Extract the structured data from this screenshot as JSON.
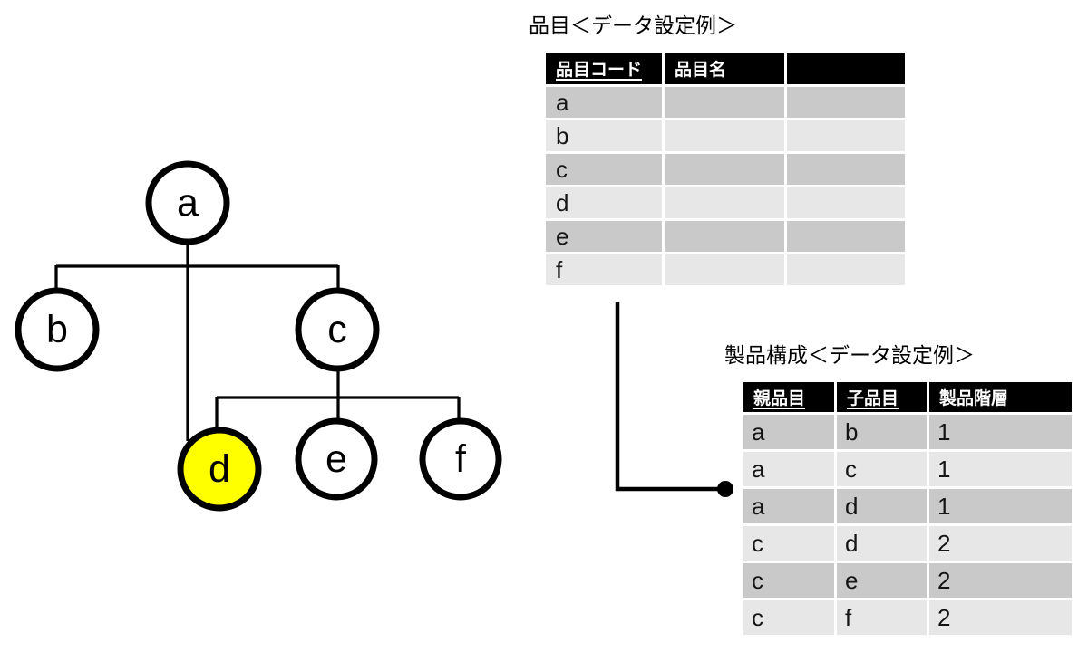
{
  "page": {
    "background": "#ffffff"
  },
  "tree": {
    "nodes": [
      {
        "id": "a",
        "label": "a",
        "fill": "#ffffff",
        "highlighted": false
      },
      {
        "id": "b",
        "label": "b",
        "fill": "#ffffff",
        "highlighted": false
      },
      {
        "id": "c",
        "label": "c",
        "fill": "#ffffff",
        "highlighted": false
      },
      {
        "id": "d",
        "label": "d",
        "fill": "#ffff00",
        "highlighted": true
      },
      {
        "id": "e",
        "label": "e",
        "fill": "#ffffff",
        "highlighted": false
      },
      {
        "id": "f",
        "label": "f",
        "fill": "#ffffff",
        "highlighted": false
      }
    ],
    "edges": [
      {
        "parent": "a",
        "child": "b"
      },
      {
        "parent": "a",
        "child": "c"
      },
      {
        "parent": "a",
        "child": "d"
      },
      {
        "parent": "c",
        "child": "d"
      },
      {
        "parent": "c",
        "child": "e"
      },
      {
        "parent": "c",
        "child": "f"
      }
    ]
  },
  "item_table": {
    "title": "品目＜データ設定例＞",
    "headers": [
      "品目コード",
      "品目名",
      ""
    ],
    "rows": [
      [
        "a",
        "",
        ""
      ],
      [
        "b",
        "",
        ""
      ],
      [
        "c",
        "",
        ""
      ],
      [
        "d",
        "",
        ""
      ],
      [
        "e",
        "",
        ""
      ],
      [
        "f",
        "",
        ""
      ]
    ]
  },
  "structure_table": {
    "title": "製品構成＜データ設定例＞",
    "headers": [
      "親品目",
      "子品目",
      "製品階層"
    ],
    "rows": [
      [
        "a",
        "b",
        "1"
      ],
      [
        "a",
        "c",
        "1"
      ],
      [
        "a",
        "d",
        "1"
      ],
      [
        "c",
        "d",
        "2"
      ],
      [
        "c",
        "e",
        "2"
      ],
      [
        "c",
        "f",
        "2"
      ]
    ]
  },
  "colors": {
    "highlight_node": "#ffff00",
    "node_stroke": "#000000",
    "edge_line": "#000000",
    "table_header_bg": "#000000",
    "table_header_text": "#ffffff",
    "row_dark": "#c9c9c9",
    "row_light": "#e7e7e7"
  }
}
